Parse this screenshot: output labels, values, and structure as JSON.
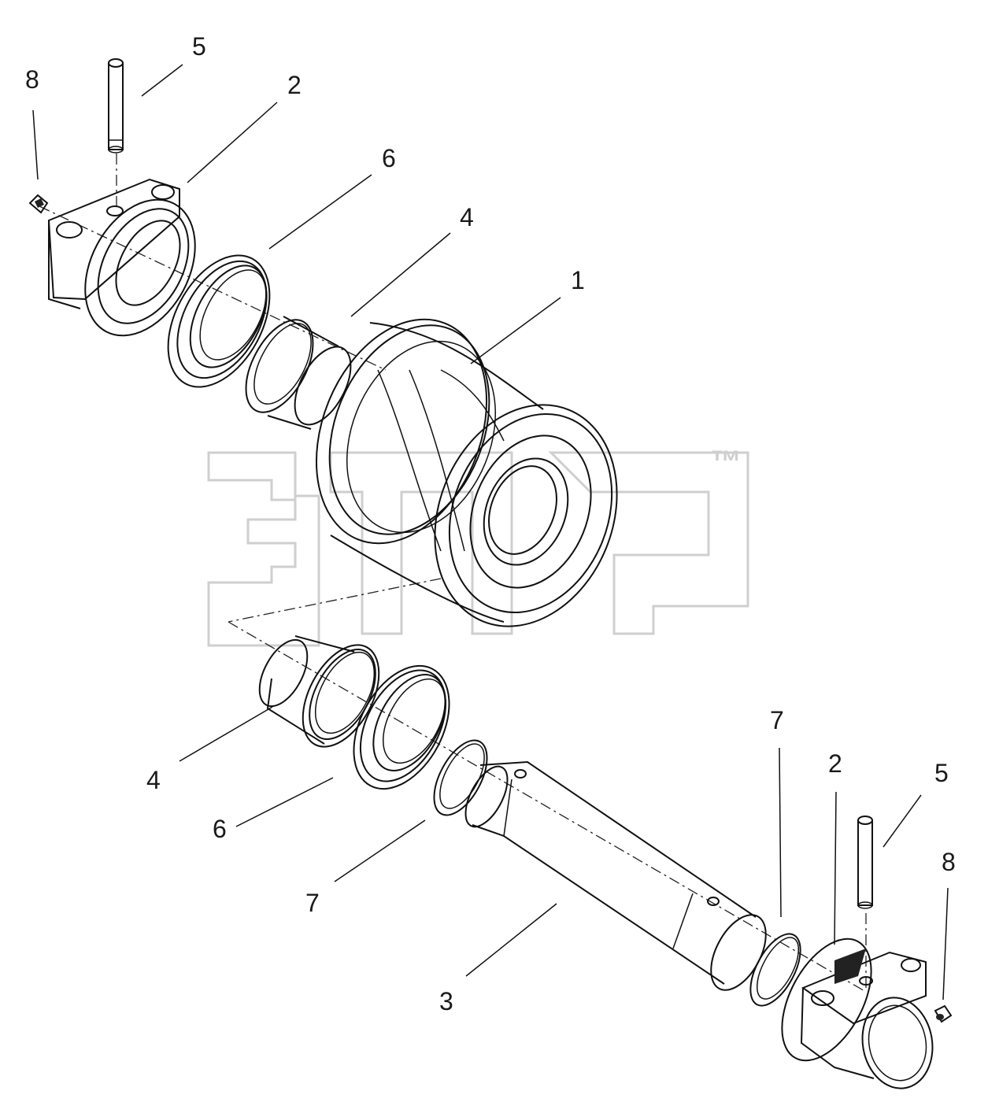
{
  "watermark": {
    "trademark": "™"
  },
  "callouts": [
    {
      "id": "c5a",
      "text": "5"
    },
    {
      "id": "c8a",
      "text": "8"
    },
    {
      "id": "c2a",
      "text": "2"
    },
    {
      "id": "c6a",
      "text": "6"
    },
    {
      "id": "c4a",
      "text": "4"
    },
    {
      "id": "c1",
      "text": "1"
    },
    {
      "id": "c4b",
      "text": "4"
    },
    {
      "id": "c6b",
      "text": "6"
    },
    {
      "id": "c7a",
      "text": "7"
    },
    {
      "id": "c3",
      "text": "3"
    },
    {
      "id": "c7b",
      "text": "7"
    },
    {
      "id": "c2b",
      "text": "2"
    },
    {
      "id": "c5b",
      "text": "5"
    },
    {
      "id": "c8b",
      "text": "8"
    }
  ]
}
